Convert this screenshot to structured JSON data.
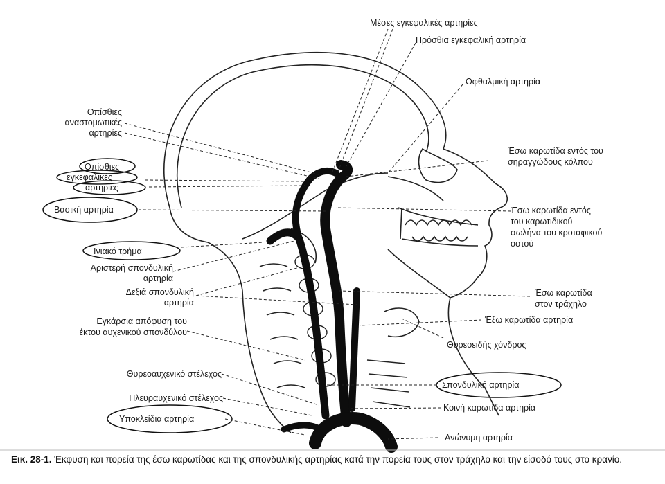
{
  "labels": {
    "meses": "Μέσες εγκεφαλικές αρτηρίες",
    "prosthia": "Πρόσθια εγκεφαλική αρτηρία",
    "ofthalmiki": "Οφθαλμική αρτηρία",
    "opisthies_anast_1": "Οπίσθιες",
    "opisthies_anast_2": "αναστομωτικές",
    "opisthies_anast_3": "αρτηρίες",
    "eso_spirag_1": "Έσω καρωτίδα εντός του",
    "eso_spirag_2": "σηραγγώδους κόλπου",
    "opisthies_enk_1": "Οπίσθιες",
    "opisthies_enk_2": "εγκεφαλικές",
    "opisthies_enk_3": "αρτηρίες",
    "vasiki": "Βασική αρτηρία",
    "eso_kar_sol_1": "Έσω καρωτίδα εντός",
    "eso_kar_sol_2": "του καρωτιδικού",
    "eso_kar_sol_3": "σωλήνα του κροταφικού",
    "eso_kar_sol_4": "οστού",
    "iniako": "Ινιακό τρήμα",
    "aristeri_1": "Αριστερή σπονδυλική",
    "aristeri_2": "αρτηρία",
    "dexia_1": "Δεξιά σπονδυλική",
    "dexia_2": "αρτηρία",
    "eso_trax_1": "Έσω καρωτίδα",
    "eso_trax_2": "στον τράχηλο",
    "exo": "Έξω καρωτίδα αρτηρία",
    "enkarsia_1": "Εγκάρσια απόφυση του",
    "enkarsia_2": "έκτου αυχενικού σπονδύλου",
    "thyreoeidis": "Θυρεοειδής χόνδρος",
    "thyreoauxeniko": "Θυρεοαυχενικό στέλεχος",
    "spondyliki": "Σπονδυλική αρτηρία",
    "pleuroauxeniko": "Πλευραυχενικό στέλεχος",
    "koini": "Κοινή καρωτίδα αρτηρία",
    "ypokleidia": "Υποκλείδια αρτηρία",
    "anonymi": "Ανώνυμη αρτηρία"
  },
  "caption": {
    "number": "Εικ. 28-1.",
    "text": "Έκφυση και πορεία της έσω καρωτίδας και της σπονδυλικής αρτηρίας κατά την πορεία τους στον τράχηλο και την είσοδό τους στο κρανίο."
  }
}
